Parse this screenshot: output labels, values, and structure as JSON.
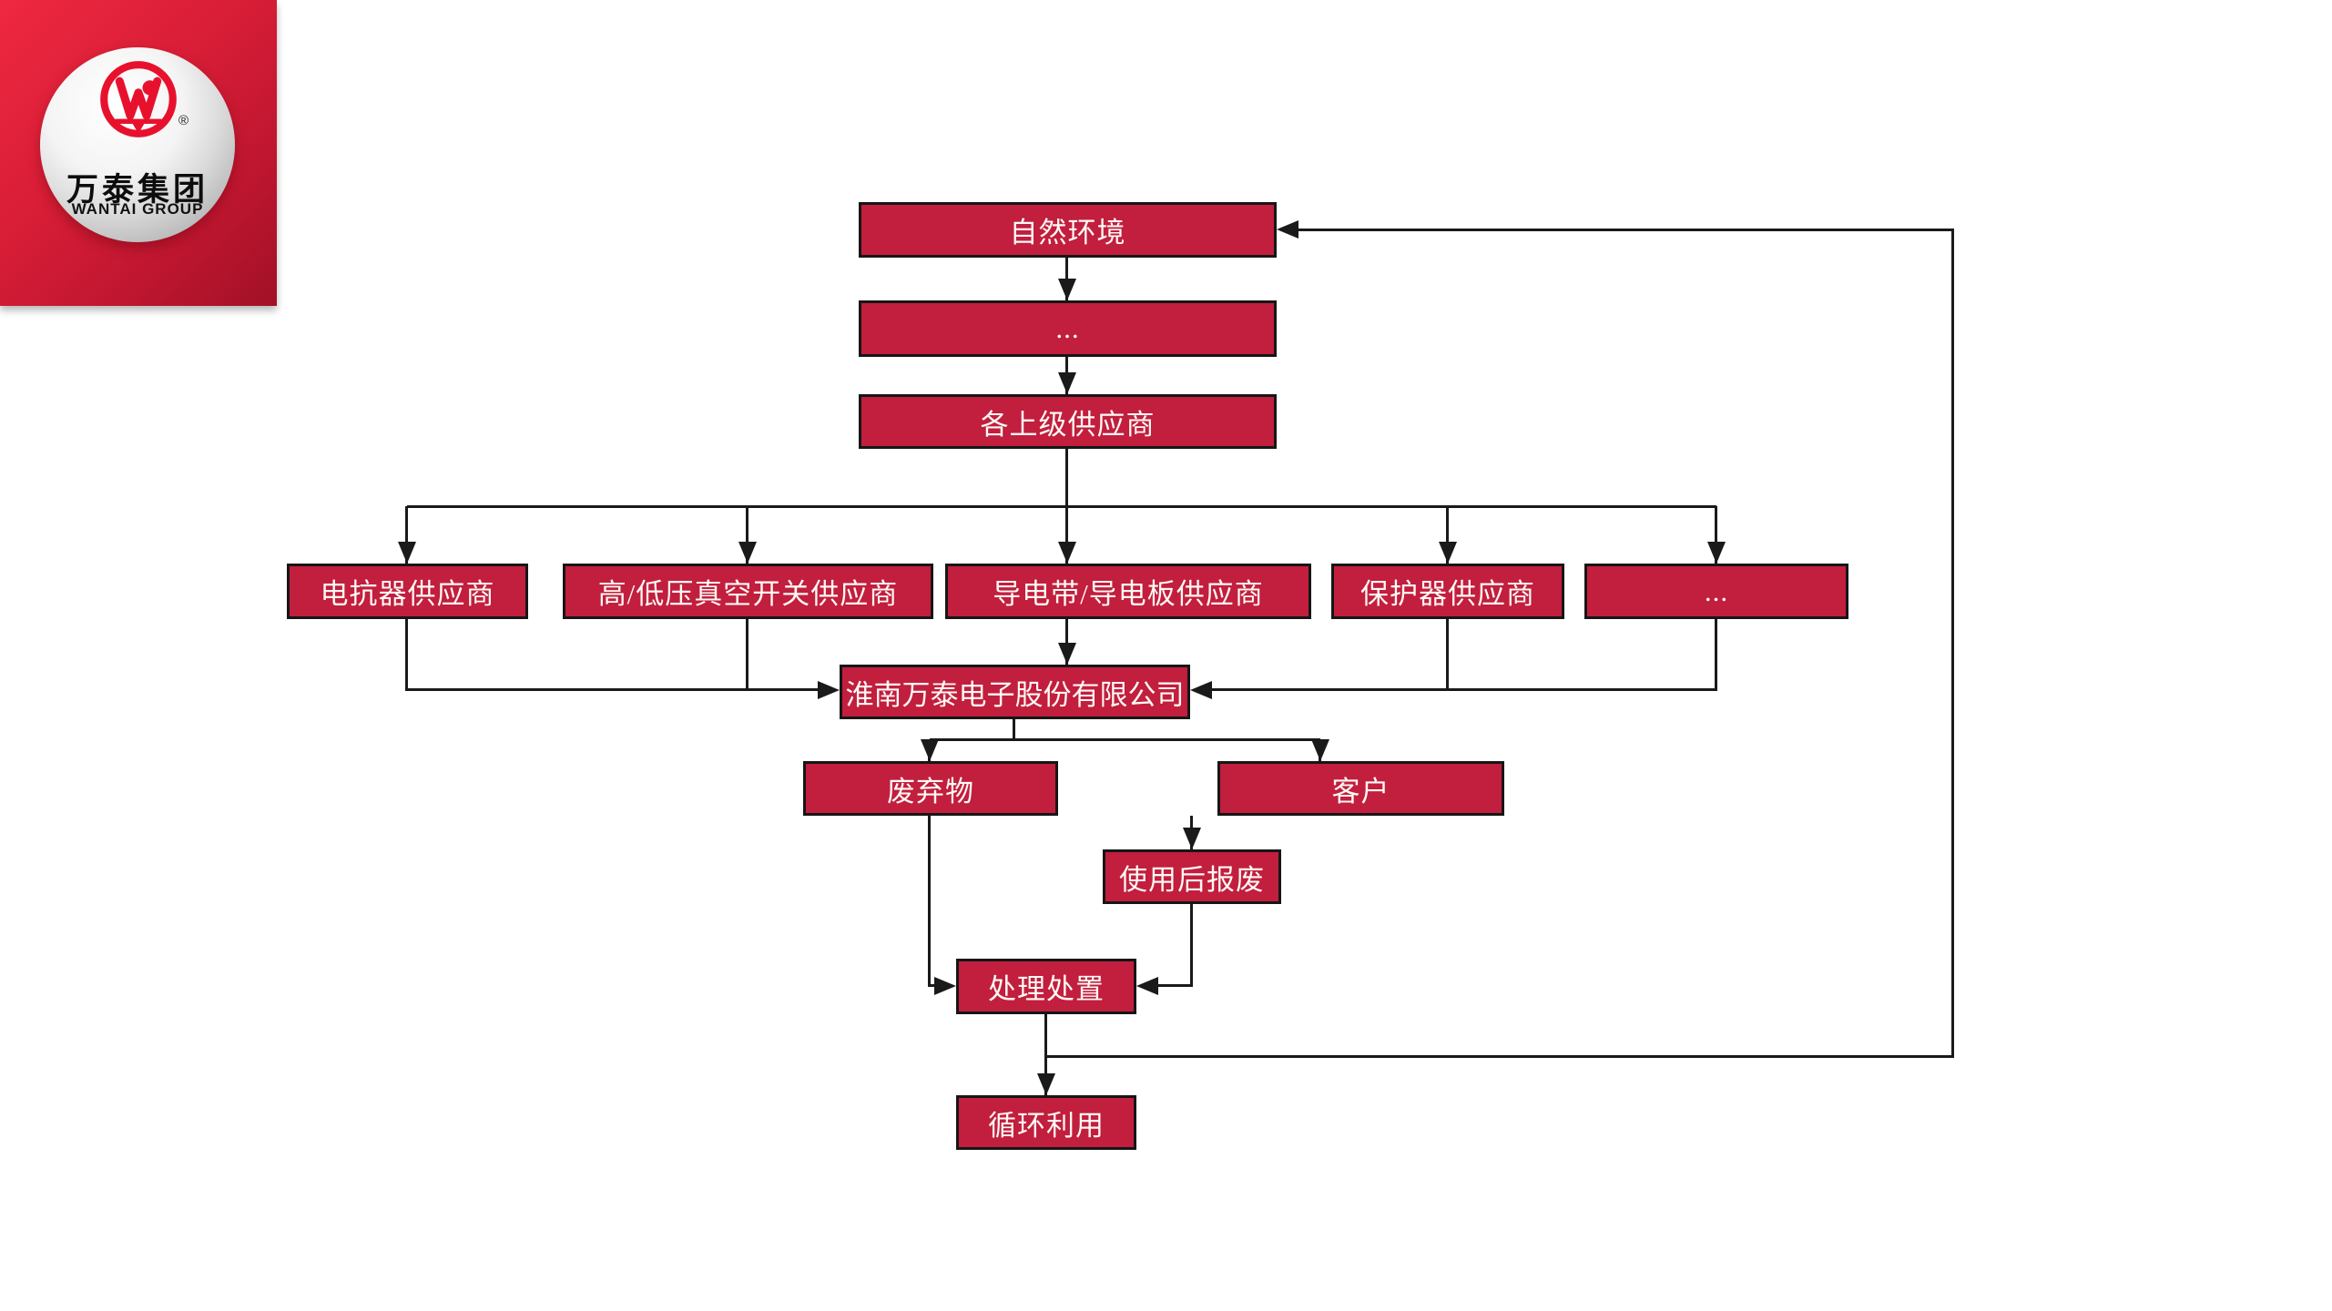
{
  "logo": {
    "name_cn": "万泰集团",
    "name_en": "WANTAI GROUP",
    "registered_mark": "®"
  },
  "nodes": {
    "nature": "自然环境",
    "ellipsis_top": "...",
    "upstream": "各上级供应商",
    "supplier_reactor": "电抗器供应商",
    "supplier_switch": "高/低压真空开关供应商",
    "supplier_conductive": "导电带/导电板供应商",
    "supplier_protector": "保护器供应商",
    "supplier_ellipsis": "...",
    "company": "淮南万泰电子股份有限公司",
    "waste": "废弃物",
    "customer": "客户",
    "scrap": "使用后报废",
    "disposal": "处理处置",
    "recycle": "循环利用"
  },
  "edges": [
    {
      "from": "nature",
      "to": "ellipsis_top"
    },
    {
      "from": "ellipsis_top",
      "to": "upstream"
    },
    {
      "from": "upstream",
      "to": "supplier_reactor"
    },
    {
      "from": "upstream",
      "to": "supplier_switch"
    },
    {
      "from": "upstream",
      "to": "supplier_conductive"
    },
    {
      "from": "upstream",
      "to": "supplier_protector"
    },
    {
      "from": "upstream",
      "to": "supplier_ellipsis"
    },
    {
      "from": "supplier_reactor",
      "to": "company"
    },
    {
      "from": "supplier_switch",
      "to": "company"
    },
    {
      "from": "supplier_conductive",
      "to": "company"
    },
    {
      "from": "supplier_protector",
      "to": "company"
    },
    {
      "from": "supplier_ellipsis",
      "to": "company"
    },
    {
      "from": "company",
      "to": "waste"
    },
    {
      "from": "company",
      "to": "customer"
    },
    {
      "from": "customer",
      "to": "scrap"
    },
    {
      "from": "waste",
      "to": "disposal"
    },
    {
      "from": "scrap",
      "to": "disposal"
    },
    {
      "from": "disposal",
      "to": "recycle"
    },
    {
      "from": "disposal",
      "to": "nature"
    }
  ],
  "colors": {
    "node_fill": "#C21E3E",
    "node_border": "#161616",
    "connector": "#1A1A1A",
    "node_text": "#FDF9F4",
    "logo_red": "#DA1E37",
    "emblem_red": "#E8112D",
    "background": "#FFFFFF"
  }
}
